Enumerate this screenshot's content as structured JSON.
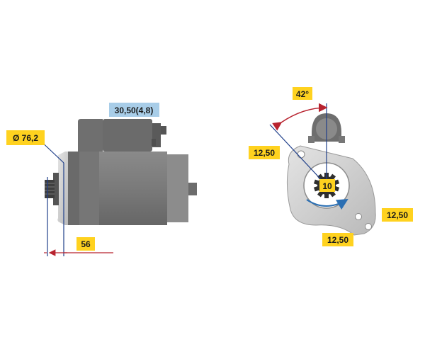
{
  "left_view": {
    "diameter_label": "Ø 76,2",
    "connector_label": "30,50(4,8)",
    "length_label": "56"
  },
  "right_view": {
    "angle_label": "42°",
    "hole_left_label": "12,50",
    "hole_right_label": "12,50",
    "hole_bottom_label": "12,50",
    "teeth_label": "10"
  },
  "colors": {
    "label_fill": "#ffd21f",
    "connector_label_fill": "#a8cde8",
    "motor_body": "#7d7d7d",
    "motor_dark": "#5e5e5e",
    "flange": "#c9c9c9",
    "dimension_line": "#1f3f8a",
    "arrow": "#b8232f"
  }
}
